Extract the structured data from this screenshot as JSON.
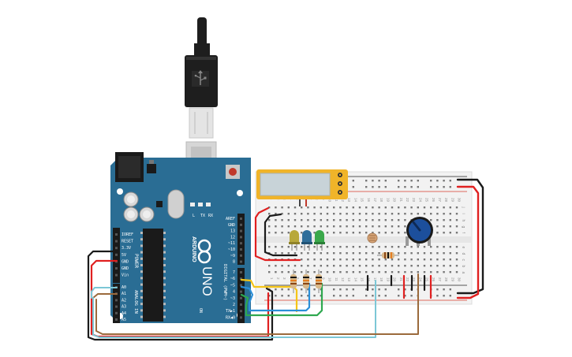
{
  "colors": {
    "board": "#2a6d94",
    "board_dark": "#1f5677",
    "breadboard": "#f2f2f2",
    "rail_red": "#d93b2b",
    "rail_black": "#222222",
    "usb_body": "#1e1e1e",
    "lcd_frame": "#f0b429",
    "lcd_screen": "#c8d3d8",
    "wire_red": "#e02020",
    "wire_black": "#1a1a1a",
    "wire_yellow": "#f5c518",
    "wire_blue": "#2b8fd8",
    "wire_green": "#2fa84f",
    "wire_cyan": "#7cc7d6",
    "wire_brown": "#9b6a3c",
    "led_yellow": "#b8a83a",
    "led_blue": "#2f6e9a",
    "led_green": "#3aa84a",
    "pot_knob": "#1c4f9c"
  },
  "arduino": {
    "brand": "ARDUINO",
    "model": "UNO",
    "power_label": "POWER",
    "analog_label": "ANALOG IN",
    "digital_label": "DIGITAL (PWM~)",
    "left_pins": [
      "IOREF",
      "RESET",
      "3.3V",
      "5V",
      "GND",
      "GND",
      "Vin"
    ],
    "analog_pins": [
      "A0",
      "A1",
      "A2",
      "A3",
      "A4",
      "A5"
    ],
    "top_right_pins": [
      "AREF",
      "GND",
      "13",
      "12",
      "~11",
      "~10",
      "~9",
      "8"
    ],
    "bottom_right_pins": [
      "7",
      "~6",
      "~5",
      "4",
      "~3",
      "2",
      "TX▶1",
      "RX◀0"
    ],
    "on_label": "ON",
    "tx_label": "TX",
    "rx_label": "RX",
    "l_label": "L"
  },
  "breadboard": {
    "top_letters": [
      "j",
      "i",
      "h",
      "g",
      "f"
    ],
    "bottom_letters": [
      "e",
      "d",
      "c",
      "b",
      "a"
    ],
    "column_numbers": [
      "1",
      "2",
      "3",
      "4",
      "5",
      "6",
      "7",
      "8",
      "9",
      "10",
      "11",
      "12",
      "13",
      "14",
      "15",
      "16",
      "17",
      "18",
      "19",
      "20",
      "21",
      "22",
      "23",
      "24",
      "25",
      "26",
      "27",
      "28",
      "29",
      "30"
    ]
  },
  "components": {
    "usb_icon": "usb-symbol",
    "leds": [
      "yellow",
      "blue",
      "green"
    ],
    "potentiometer": "rotary",
    "photoresistor": "ldr"
  }
}
